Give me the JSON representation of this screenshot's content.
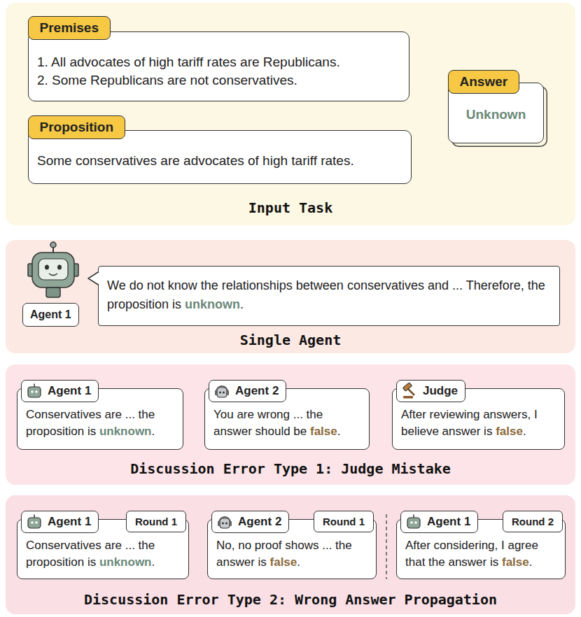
{
  "diagram": {
    "nodes": [
      {
        "text": [
          "Input Task"
        ]
      },
      {
        "text": [
          "Premises",
          "1. All advocates of high tariff rates are Republicans.",
          "2. Some Republicans are not conservatives."
        ],
        "in": 0
      },
      {
        "text": [
          "Proposition",
          "Some conservatives are advocates of high tariff rates."
        ],
        "in": 0
      },
      {
        "text": [
          "Answer",
          "Unknown"
        ],
        "in": 0
      },
      {
        "text": [
          "Single Agent"
        ]
      },
      {
        "text": [
          "Agent 1"
        ],
        "in": 4
      },
      {
        "text": [
          "We do not know the relationships between conservatives and ... Therefore, the proposition is unknown."
        ],
        "in": 4
      },
      {
        "text": [
          "Discussion Error Type 1: Judge Mistake"
        ]
      },
      {
        "text": [
          "Agent 1",
          "Conservatives are ... the proposition is unknown."
        ],
        "in": 7
      },
      {
        "text": [
          "Agent 2",
          "You are wrong ... the answer should be false."
        ],
        "in": 7
      },
      {
        "text": [
          "Judge",
          "After reviewing answers, I believe answer is false."
        ],
        "in": 7
      },
      {
        "text": [
          "Discussion Error Type 2: Wrong Answer Propagation"
        ]
      },
      {
        "text": [
          "Agent 1",
          "Conservatives are ... the proposition is unknown."
        ],
        "in": 11
      },
      {
        "text": [
          "Round 1"
        ],
        "in": 12
      },
      {
        "text": [
          "Agent 2",
          "No, no proof shows ... the answer is false."
        ],
        "in": 11
      },
      {
        "text": [
          "Round 1"
        ],
        "in": 14
      },
      {
        "text": [
          "Agent 1",
          "After considering, I agree that the answer is false."
        ],
        "in": 11
      },
      {
        "text": [
          "Round 2"
        ],
        "in": 16
      }
    ]
  }
}
